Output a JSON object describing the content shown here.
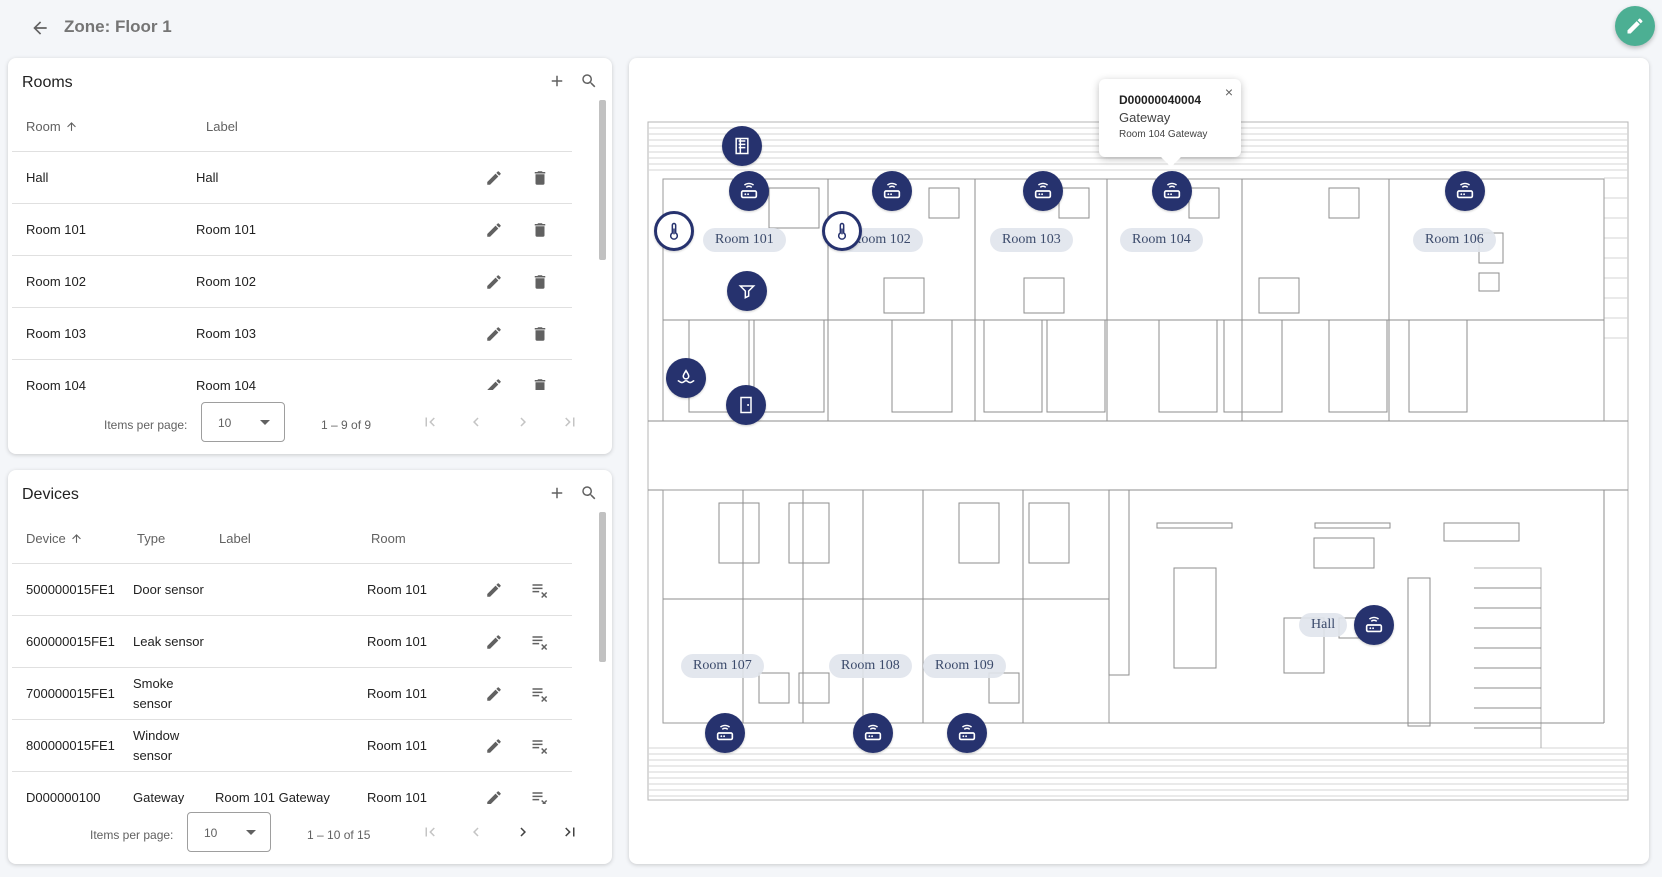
{
  "header": {
    "title": "Zone: Floor 1",
    "back_icon": "arrow-left-icon",
    "edit_icon": "pencil-icon",
    "fab_color": "#4caf93"
  },
  "rooms": {
    "title": "Rooms",
    "columns": {
      "room": "Room",
      "label": "Label"
    },
    "rows": [
      {
        "room": "Hall",
        "label": "Hall"
      },
      {
        "room": "Room 101",
        "label": "Room 101"
      },
      {
        "room": "Room 102",
        "label": "Room 102"
      },
      {
        "room": "Room 103",
        "label": "Room 103"
      },
      {
        "room": "Room 104",
        "label": "Room 104"
      }
    ],
    "paginator": {
      "items_label": "Items per page:",
      "page_size": "10",
      "range": "1 – 9 of 9"
    }
  },
  "devices": {
    "title": "Devices",
    "columns": {
      "device": "Device",
      "type": "Type",
      "label": "Label",
      "room": "Room"
    },
    "rows": [
      {
        "device": "500000015FE1",
        "type": "Door sensor",
        "label": "",
        "room": "Room 101"
      },
      {
        "device": "600000015FE1",
        "type": "Leak sensor",
        "label": "",
        "room": "Room 101"
      },
      {
        "device": "700000015FE1",
        "type": "Smoke sensor",
        "label": "",
        "room": "Room 101"
      },
      {
        "device": "800000015FE1",
        "type": "Window sensor",
        "label": "",
        "room": "Room 101"
      },
      {
        "device": "D000000100",
        "type": "Gateway",
        "label": "Room 101 Gateway",
        "room": "Room 101"
      }
    ],
    "paginator": {
      "items_label": "Items per page:",
      "page_size": "10",
      "range": "1 – 10 of 15"
    }
  },
  "map": {
    "room_labels": [
      "Room 101",
      "Room 102",
      "Room 103",
      "Room 104",
      "Room 106",
      "Room 107",
      "Room 108",
      "Room 109",
      "Hall"
    ],
    "popup": {
      "id": "D00000040004",
      "type": "Gateway",
      "label": "Room 104 Gateway",
      "close": "×"
    },
    "pin_color": "#26326e"
  }
}
